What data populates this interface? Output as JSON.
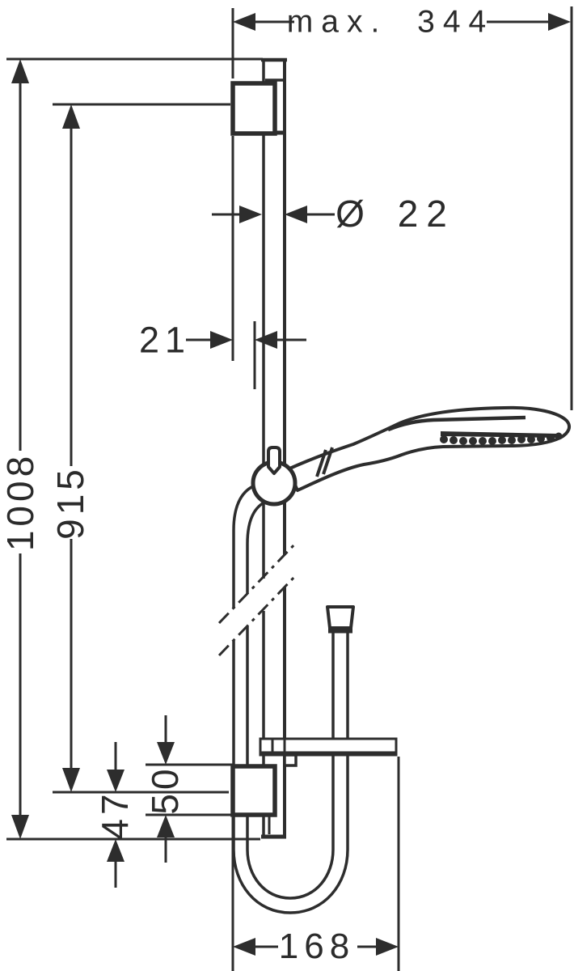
{
  "figure": {
    "type": "technical-dimension-drawing",
    "subject": "wall-mounted shower slide bar set with hand shower, wall brackets and shower hose",
    "line_color": "#2d2d2d",
    "background_color": "#ffffff"
  },
  "labels": {
    "max_width": "max. 344",
    "bar_diameter": "Ø 22",
    "wall_clearance": "21",
    "overall_height": "1008",
    "bracket_distance": "915",
    "bracket_height": "50",
    "bottom_offset": "47",
    "hose_width": "168"
  }
}
